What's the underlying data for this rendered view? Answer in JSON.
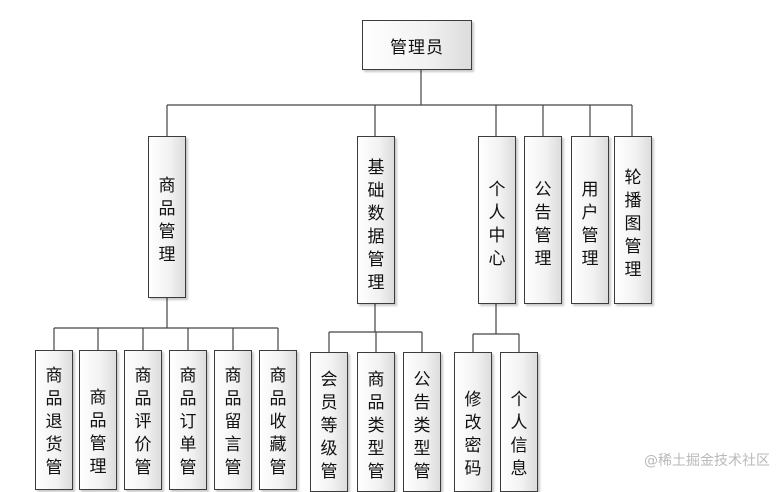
{
  "root": "管理员",
  "level1": [
    "商品管理",
    "基础数据管理",
    "个人中心",
    "公告管理",
    "用户管理",
    "轮播图管理"
  ],
  "goods_children": [
    "商品退货管",
    "商品管理",
    "商品评价管",
    "商品订单管",
    "商品留言管",
    "商品收藏管"
  ],
  "basic_children": [
    "会员等级管",
    "商品类型管",
    "公告类型管"
  ],
  "personal_children": [
    "修改密码",
    "个人信息"
  ],
  "watermark": "@稀土掘金技术社区"
}
